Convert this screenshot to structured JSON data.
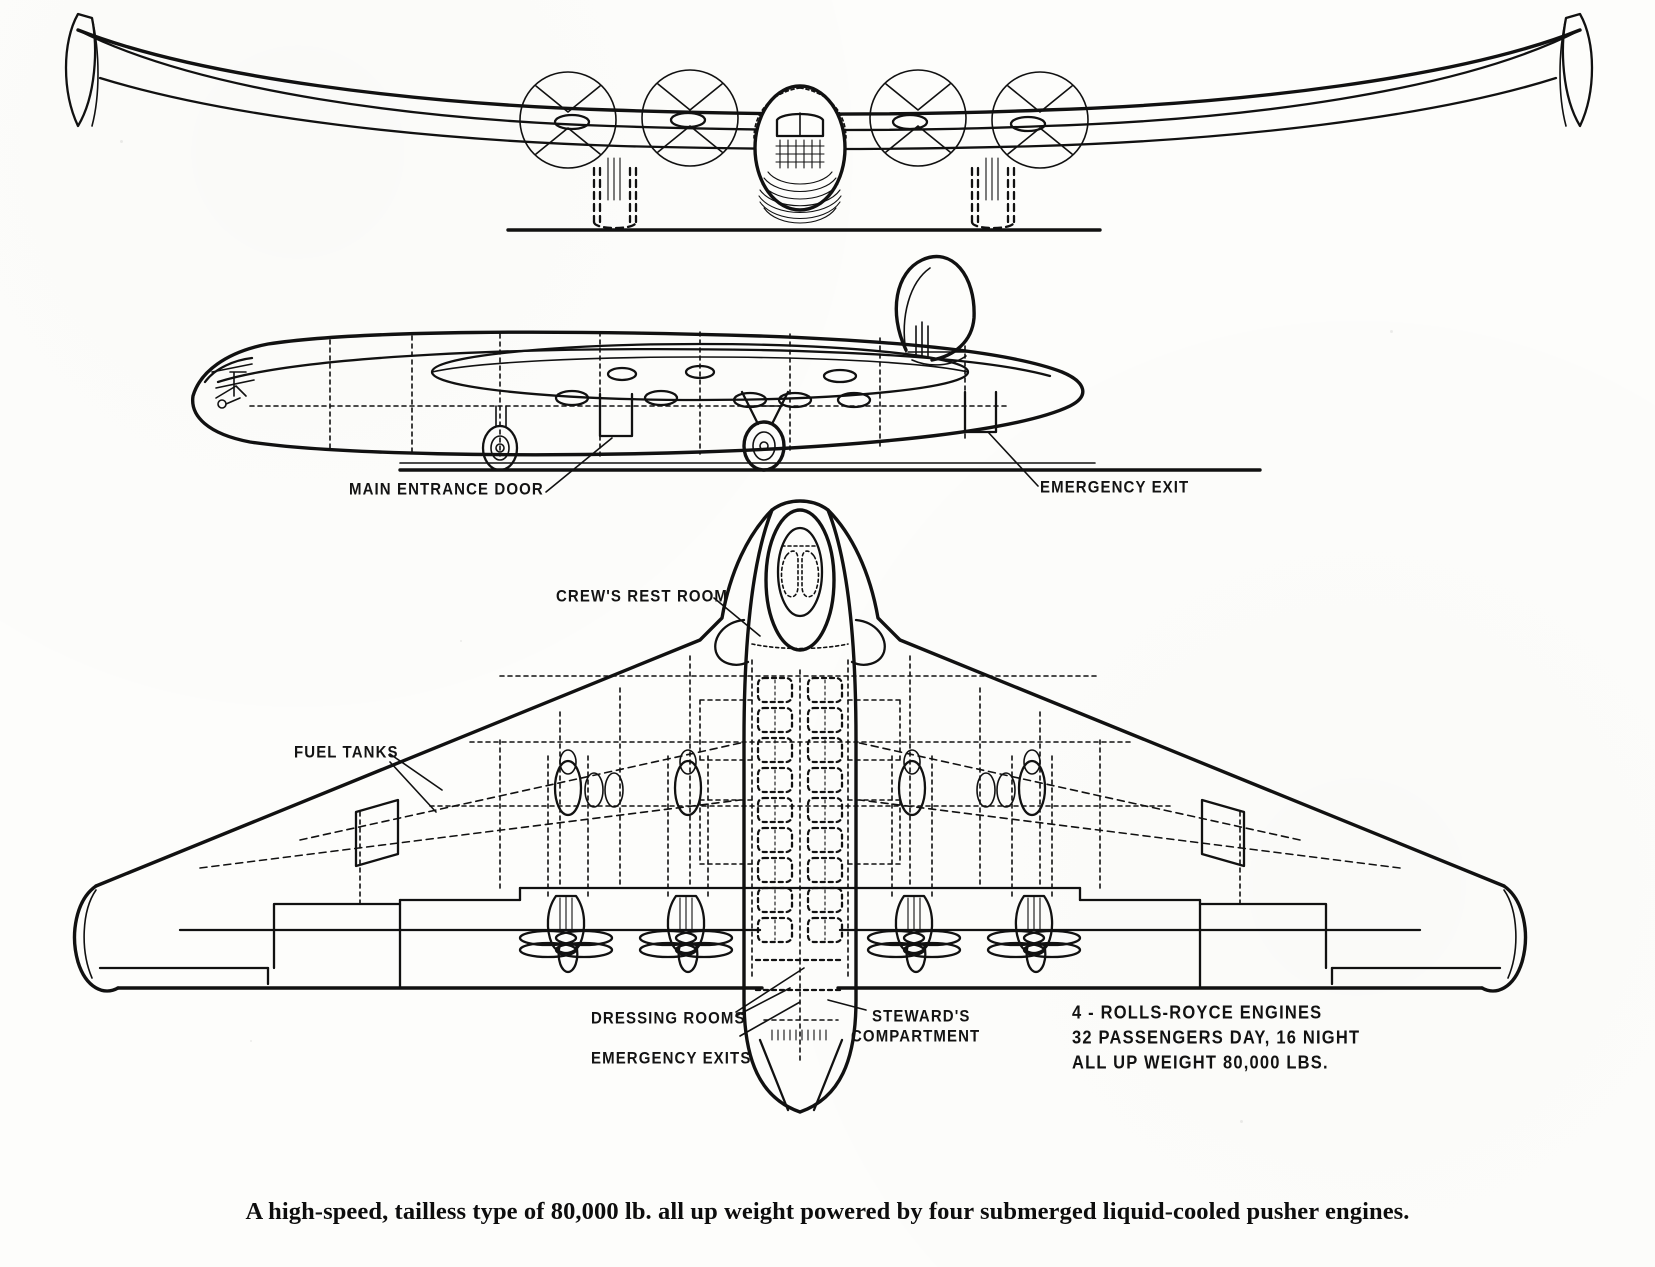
{
  "document": {
    "type": "three-view aircraft general arrangement drawing",
    "subject": "High-speed tailless airliner project",
    "caption": "A high-speed, tailless type of 80,000 lb. all up weight powered by four submerged liquid-cooled pusher engines."
  },
  "views": {
    "front_elevation": {
      "name": "front elevation"
    },
    "side_elevation": {
      "name": "side elevation"
    },
    "plan": {
      "name": "plan view"
    }
  },
  "callouts": {
    "main_entrance_door": "MAIN ENTRANCE DOOR",
    "emergency_exit": "EMERGENCY EXIT",
    "crews_rest_room": "CREW'S REST ROOM",
    "fuel_tanks": "FUEL TANKS",
    "dressing_rooms": "DRESSING ROOMS",
    "emergency_exits": "EMERGENCY EXITS",
    "stewards_compartment_line1": "STEWARD'S",
    "stewards_compartment_line2": "COMPARTMENT"
  },
  "specifications": {
    "engines": "4 - ROLLS-ROYCE ENGINES",
    "passengers": "32 PASSENGERS DAY, 16 NIGHT",
    "weight": "ALL UP WEIGHT 80,000 LBS."
  },
  "colors": {
    "ink": "#111111",
    "paper": "#fdfdfb"
  }
}
